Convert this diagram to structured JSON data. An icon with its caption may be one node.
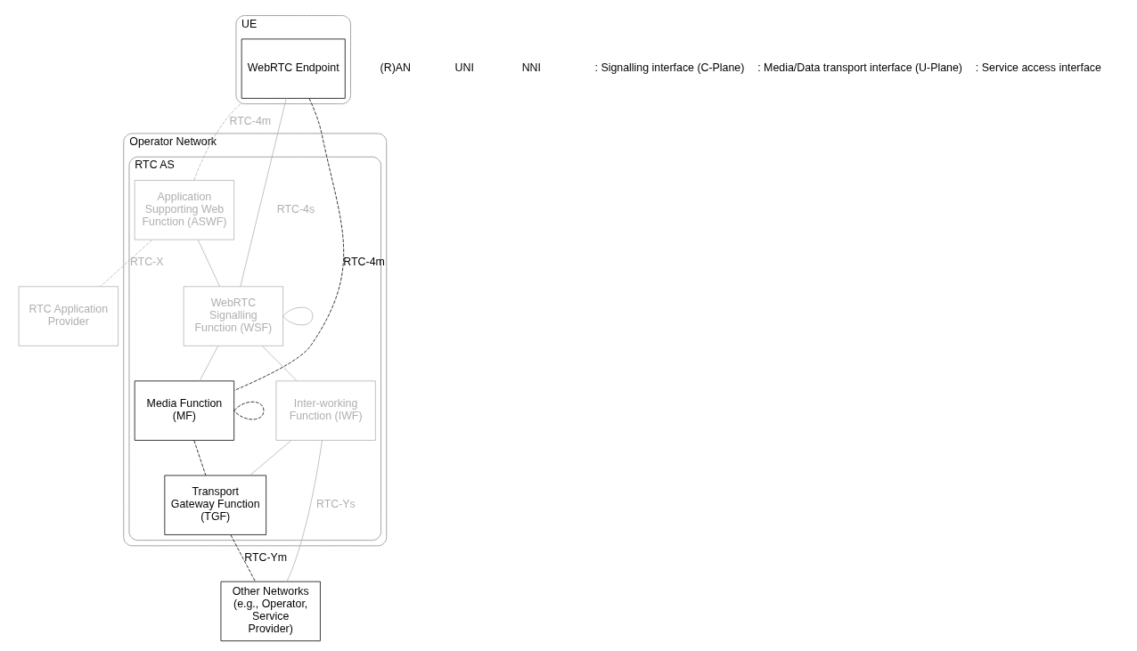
{
  "diagram": {
    "nodes": [
      {
        "text": [
          "Operator Network"
        ]
      },
      {
        "text": [
          "RTC AS"
        ],
        "in": 0
      },
      {
        "text": [
          "Application Supporting Web Function (ASWF)"
        ],
        "in": 1
      },
      {
        "text": [
          "WebRTC Signalling Function (WSF)"
        ],
        "in": 1
      },
      {
        "text": [
          "Inter-working Function (IWF)"
        ],
        "in": 1
      },
      {
        "text": [
          "Media Function (MF)"
        ],
        "in": 1
      },
      {
        "text": [
          "Transport Gateway Function (TGF)"
        ],
        "in": 1
      },
      {
        "text": [
          "RTC Application Provider"
        ]
      },
      {
        "text": [
          "UE"
        ]
      },
      {
        "text": [
          "WebRTC Endpoint"
        ],
        "in": 8
      },
      {
        "text": [
          "Other Networks (e.g., Operator, Service Provider)"
        ]
      }
    ],
    "edges": [
      {
        "from": 8,
        "to": 2,
        "arrow": "none",
        "label": "RTC-4m",
        "style": "dashed"
      },
      {
        "from": 2,
        "to": 7,
        "arrow": "none",
        "label": "RTC-X",
        "style": "dashed"
      },
      {
        "from": 2,
        "to": 3,
        "arrow": "none"
      },
      {
        "from": 9,
        "to": 3,
        "arrow": "none",
        "label": "RTC-4s"
      },
      {
        "from": 3,
        "to": 4,
        "arrow": "none"
      },
      {
        "from": 3,
        "to": 3,
        "arrow": "none"
      },
      {
        "from": 3,
        "to": 5,
        "arrow": "none"
      },
      {
        "from": 4,
        "to": 6,
        "arrow": "none"
      },
      {
        "from": 4,
        "to": 10,
        "arrow": "none",
        "label": "RTC-Ys"
      },
      {
        "from": 9,
        "to": 5,
        "arrow": "none",
        "label": "RTC-4m",
        "style": "dashed",
        "color": "#000000"
      },
      {
        "from": 5,
        "to": 6,
        "arrow": "none",
        "style": "dashed",
        "color": "#000000"
      },
      {
        "from": 5,
        "to": 5,
        "arrow": "none",
        "style": "dashed",
        "color": "#000000"
      },
      {
        "from": 6,
        "to": 10,
        "arrow": "none",
        "label": "RTC-Ym",
        "style": "dashed",
        "color": "#000000"
      }
    ],
    "labels": [
      "(R)AN",
      "UNI",
      "NNI"
    ],
    "legend": [
      {
        "text": ": Signalling interface (C-Plane)"
      },
      {
        "text": ": Media/Data transport interface (U-Plane)"
      },
      {
        "text": ": Service access interface"
      }
    ]
  }
}
